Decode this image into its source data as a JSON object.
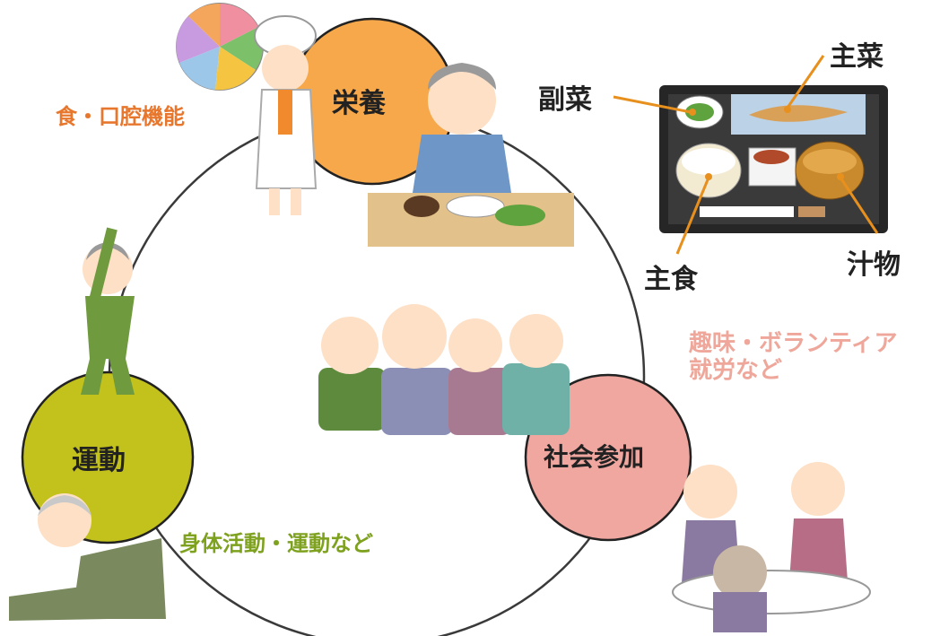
{
  "circles": {
    "eiyou": "栄養",
    "undou": "運動",
    "shakai": "社会参加"
  },
  "captions": {
    "eiyou": "食・口腔機能",
    "undou": "身体活動・運動など",
    "shakai_line1": "趣味・ボランティア",
    "shakai_line2": "就労など"
  },
  "tray": {
    "shusai": "主菜",
    "fukusai": "副菜",
    "shushoku": "主食",
    "shirumono": "汁物"
  },
  "colors": {
    "eiyou_circle": "#f7a84a",
    "undou_circle": "#c3c21c",
    "shakai_circle": "#f0a7a0",
    "eiyou_caption": "#e8772e",
    "undou_caption": "#7ea11f",
    "shakai_caption": "#eea79a",
    "pointer_line": "#e8901e"
  }
}
